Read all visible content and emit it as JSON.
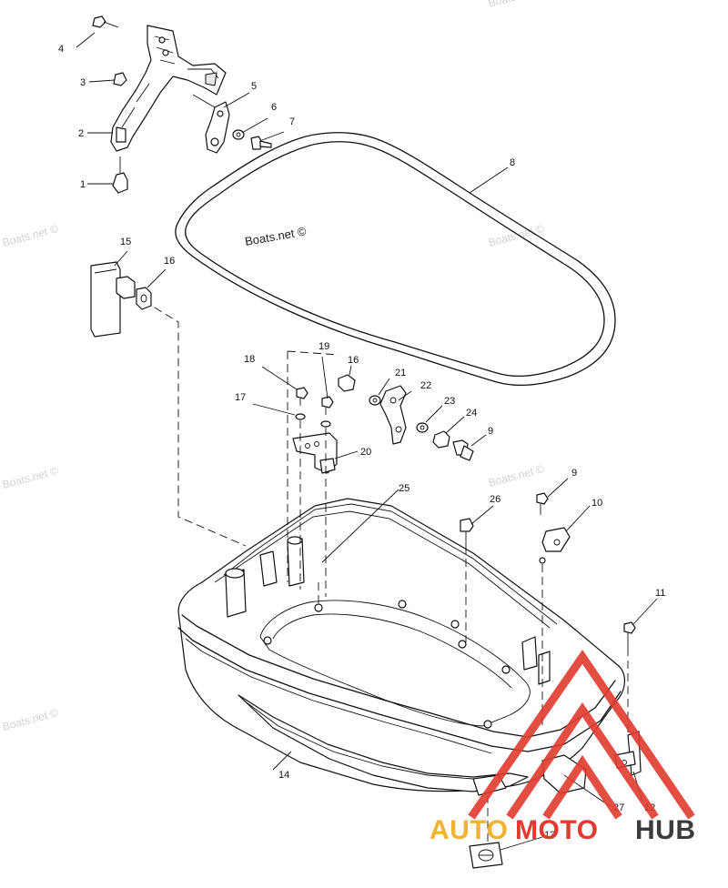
{
  "watermarks": {
    "main": "Boats.net ©",
    "repeat": "Boats.net ©"
  },
  "logo": {
    "part1": "AUTO",
    "part2": "MOTO",
    "part3": "HUB",
    "color_auto": "#f2b233",
    "color_moto": "#e23a2e",
    "color_hub": "#3b3b3b",
    "triangle_color": "#e23a2e"
  },
  "callouts": {
    "c1": "1",
    "c2": "2",
    "c3": "3",
    "c4": "4",
    "c5": "5",
    "c6": "6",
    "c7": "7",
    "c8": "8",
    "c9a": "9",
    "c9b": "9",
    "c10": "10",
    "c11": "11",
    "c12": "12",
    "c13": "13",
    "c14": "14",
    "c15": "15",
    "c16a": "16",
    "c16b": "16",
    "c17": "17",
    "c18": "18",
    "c19": "19",
    "c20": "20",
    "c21": "21",
    "c22": "22",
    "c23": "23",
    "c24": "24",
    "c25": "25",
    "c26": "26",
    "c27": "27"
  }
}
